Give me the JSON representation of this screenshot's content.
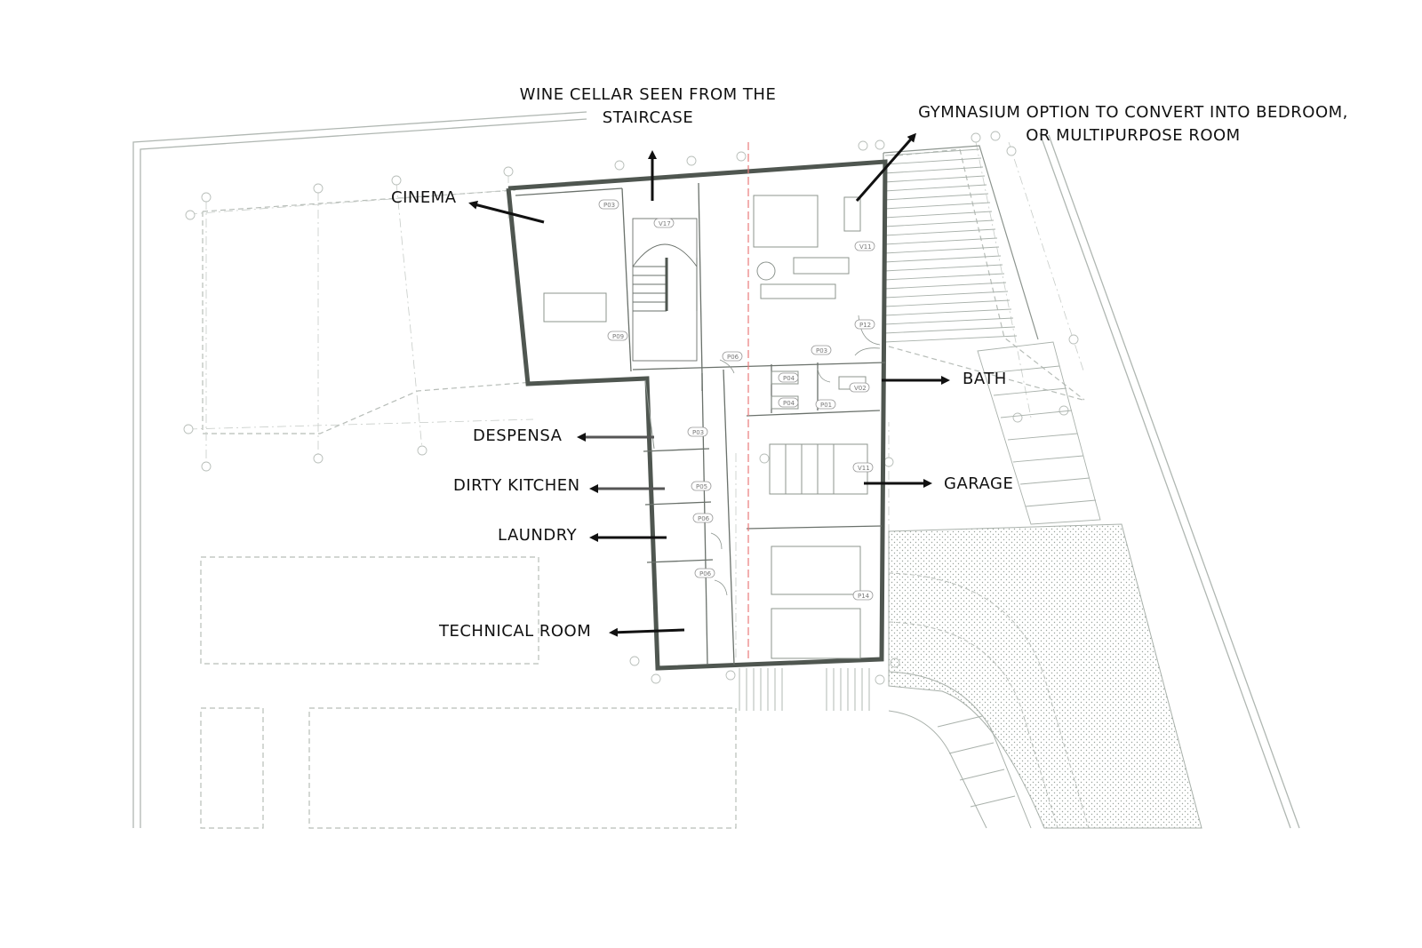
{
  "labels": {
    "wine_cellar_line1": "WINE CELLAR SEEN FROM THE",
    "wine_cellar_line2": "STAIRCASE",
    "gym_line1": "GYMNASIUM OPTION TO CONVERT INTO BEDROOM,",
    "gym_line2": "OR MULTIPURPOSE ROOM",
    "cinema": "CINEMA",
    "bath": "BATH",
    "despensa": "DESPENSA",
    "dirty_kitchen": "DIRTY KITCHEN",
    "garage": "GARAGE",
    "laundry": "LAUNDRY",
    "technical_room": "TECHNICAL ROOM"
  },
  "door_tags": [
    "P03",
    "V17",
    "P09",
    "P06",
    "P03",
    "V11",
    "P12",
    "P04",
    "P04",
    "P01",
    "V02",
    "P03",
    "P05",
    "V11",
    "P06",
    "P06",
    "P14"
  ],
  "colors": {
    "wall": "#4f5650",
    "thin_line": "#a9b1ab",
    "dash_line": "#b7bdb8",
    "arrow": "#111111",
    "section_line": "#e87a7a",
    "hatch": "#9aa39c"
  }
}
